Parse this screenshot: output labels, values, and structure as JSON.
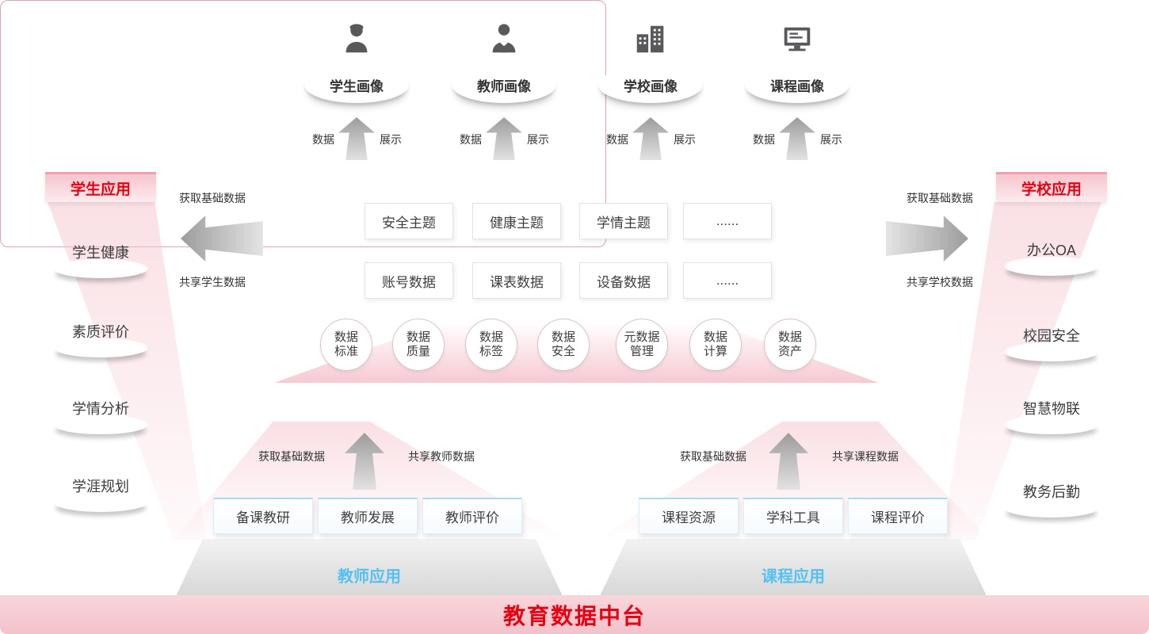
{
  "portraits": {
    "flow_left": "数据",
    "flow_right": "展示",
    "items": [
      {
        "label": "学生画像",
        "icon": "student-icon"
      },
      {
        "label": "教师画像",
        "icon": "teacher-icon"
      },
      {
        "label": "学校画像",
        "icon": "school-icon"
      },
      {
        "label": "课程画像",
        "icon": "course-icon"
      }
    ]
  },
  "center": {
    "title": "教育数据中台",
    "theme_boxes": [
      "安全主题",
      "健康主题",
      "学情主题",
      "......"
    ],
    "data_boxes": [
      "账号数据",
      "课表数据",
      "设备数据",
      "......"
    ],
    "circles": [
      "数据\n标准",
      "数据\n质量",
      "数据\n标签",
      "数据\n安全",
      "元数据\n管理",
      "数据\n计算",
      "数据\n资产"
    ]
  },
  "left_panel": {
    "title": "学生应用",
    "flow_top": "获取基础数据",
    "flow_bottom": "共享学生数据",
    "items": [
      "学生健康",
      "素质评价",
      "学情分析",
      "学涯规划"
    ]
  },
  "right_panel": {
    "title": "学校应用",
    "flow_top": "获取基础数据",
    "flow_bottom": "共享学校数据",
    "items": [
      "办公OA",
      "校园安全",
      "智慧物联",
      "教务后勤"
    ]
  },
  "teacher_group": {
    "title": "教师应用",
    "flow_left": "获取基础数据",
    "flow_right": "共享教师数据",
    "items": [
      "备课教研",
      "教师发展",
      "教师评价"
    ]
  },
  "course_group": {
    "title": "课程应用",
    "flow_left": "获取基础数据",
    "flow_right": "共享课程数据",
    "items": [
      "课程资源",
      "学科工具",
      "课程评价"
    ]
  },
  "colors": {
    "accent_red": "#e60012",
    "accent_blue": "#55c1f1",
    "banner_pink": "#f5c6ce",
    "arrow_gray": "#9c9c9c"
  }
}
